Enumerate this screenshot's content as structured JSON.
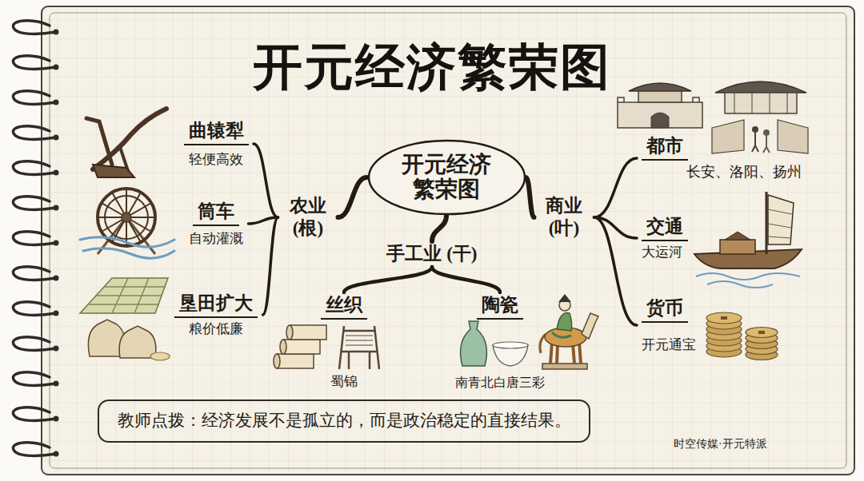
{
  "diagram": {
    "title": "开元经济繁荣图",
    "nodes": [
      {
        "text": [
          "开元经济 繁荣图"
        ]
      },
      {
        "text": [
          "农业 (根)"
        ]
      },
      {
        "text": [
          "曲辕犁",
          "轻便高效"
        ]
      },
      {
        "text": [
          "筒车",
          "自动灌溉"
        ]
      },
      {
        "text": [
          "垦田扩大",
          "粮价低廉"
        ]
      },
      {
        "text": [
          "手工业 (干)"
        ]
      },
      {
        "text": [
          "丝织",
          "蜀锦"
        ]
      },
      {
        "text": [
          "陶瓷",
          "南青北白唐三彩"
        ]
      },
      {
        "text": [
          "商业 (叶)"
        ]
      },
      {
        "text": [
          "都市",
          "长安、洛阳、扬州"
        ]
      },
      {
        "text": [
          "交通",
          "大运河"
        ]
      },
      {
        "text": [
          "货币",
          "开元通宝"
        ]
      },
      {
        "text": [
          "教师点拨：经济发展不是孤立的，而是政治稳定的直接结果。"
        ]
      }
    ],
    "edges": [
      {
        "from": 0,
        "to": 1,
        "arrow": "none"
      },
      {
        "from": 0,
        "to": 5,
        "arrow": "none"
      },
      {
        "from": 0,
        "to": 8,
        "arrow": "none"
      },
      {
        "from": 1,
        "to": 2,
        "arrow": "none"
      },
      {
        "from": 1,
        "to": 3,
        "arrow": "none"
      },
      {
        "from": 1,
        "to": 4,
        "arrow": "none"
      },
      {
        "from": 5,
        "to": 6,
        "arrow": "none"
      },
      {
        "from": 5,
        "to": 7,
        "arrow": "none"
      },
      {
        "from": 8,
        "to": 9,
        "arrow": "none"
      },
      {
        "from": 8,
        "to": 10,
        "arrow": "none"
      },
      {
        "from": 8,
        "to": 11,
        "arrow": "none"
      }
    ],
    "labels": [
      "时空传媒·开元特派"
    ]
  }
}
